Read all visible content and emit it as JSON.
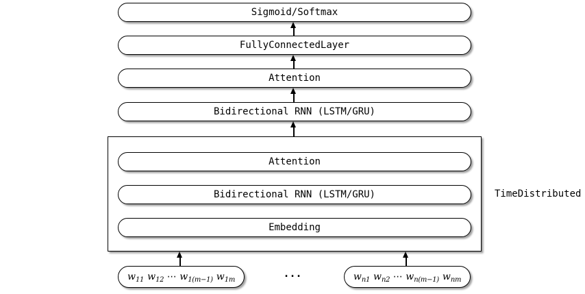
{
  "diagram": {
    "background_color": "#ffffff",
    "line_color": "#000000",
    "top_layers": [
      {
        "label": "Sigmoid/Softmax"
      },
      {
        "label": "FullyConnectedLayer"
      },
      {
        "label": "Attention"
      },
      {
        "label": "Bidirectional RNN (LSTM/GRU)"
      }
    ],
    "time_distributed": {
      "label": "TimeDistributed",
      "layers": [
        {
          "label": "Attention"
        },
        {
          "label": "Bidirectional RNN (LSTM/GRU)"
        },
        {
          "label": "Embedding"
        }
      ]
    },
    "inputs": {
      "ellipsis": "...",
      "left": {
        "tokens": [
          {
            "base": "w",
            "sub": "11"
          },
          {
            "base": "w",
            "sub": "12"
          },
          {
            "base": "⋯",
            "sub": ""
          },
          {
            "base": "w",
            "sub": "1(m−1)"
          },
          {
            "base": "w",
            "sub": "1m"
          }
        ]
      },
      "right": {
        "tokens": [
          {
            "base": "w",
            "sub": "n1"
          },
          {
            "base": "w",
            "sub": "n2"
          },
          {
            "base": "⋯",
            "sub": ""
          },
          {
            "base": "w",
            "sub": "n(m−1)"
          },
          {
            "base": "w",
            "sub": "nm"
          }
        ]
      }
    }
  }
}
